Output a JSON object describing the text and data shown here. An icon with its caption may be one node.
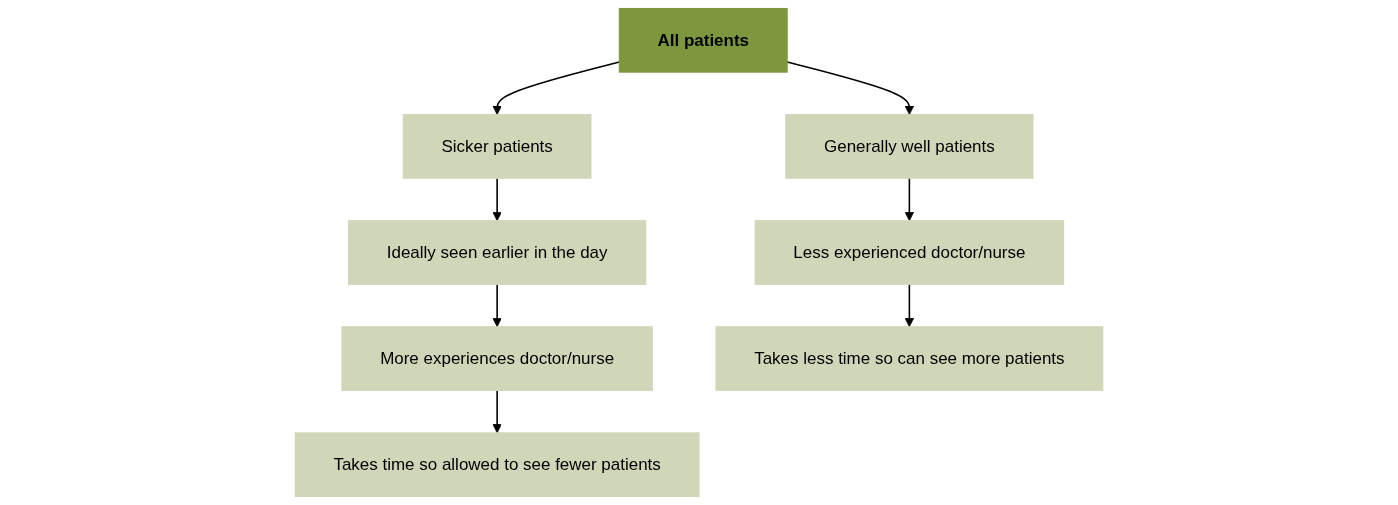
{
  "diagram": {
    "nodes": [
      {
        "text": [
          "All patients"
        ]
      },
      {
        "text": [
          "Sicker patients"
        ]
      },
      {
        "text": [
          "Ideally seen earlier in the day"
        ]
      },
      {
        "text": [
          "More experiences doctor/nurse"
        ]
      },
      {
        "text": [
          "Takes time so allowed to see fewer patients"
        ]
      },
      {
        "text": [
          "Generally well patients"
        ]
      },
      {
        "text": [
          "Less experienced doctor/nurse"
        ]
      },
      {
        "text": [
          "Takes less time so can see more patients"
        ]
      }
    ],
    "edges": [
      {
        "from": 0,
        "to": 1,
        "arrow": "to"
      },
      {
        "from": 1,
        "to": 2,
        "arrow": "to"
      },
      {
        "from": 2,
        "to": 3,
        "arrow": "to"
      },
      {
        "from": 3,
        "to": 4,
        "arrow": "to"
      },
      {
        "from": 0,
        "to": 5,
        "arrow": "to"
      },
      {
        "from": 5,
        "to": 6,
        "arrow": "to"
      },
      {
        "from": 6,
        "to": 7,
        "arrow": "to"
      }
    ]
  }
}
